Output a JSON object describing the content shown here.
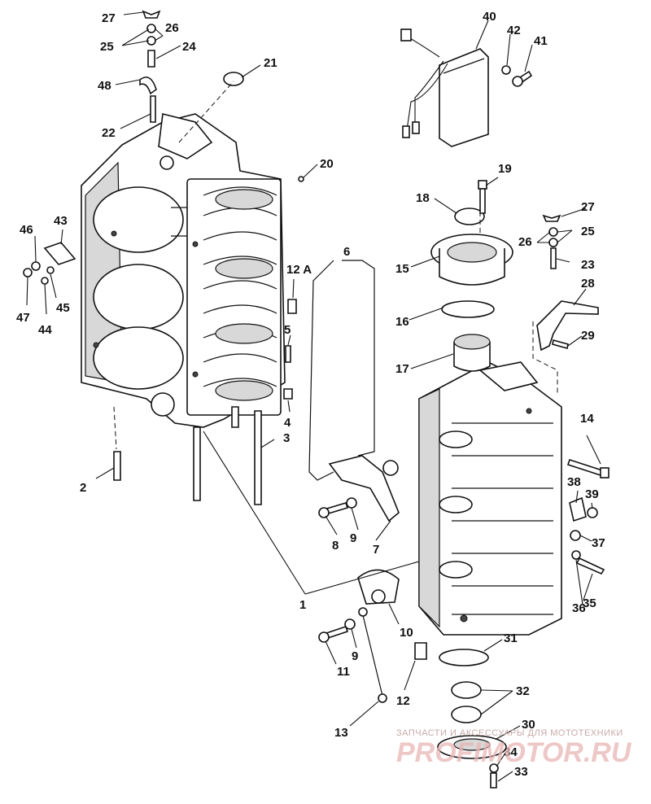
{
  "diagram": {
    "watermark": {
      "tagline": "ЗАПЧАСТИ И АКСЕССУАРЫ ДЛЯ МОТОТЕХНИКИ",
      "logo": "PROFIMOTOR.RU"
    },
    "labels": {
      "l1": "1",
      "l2": "2",
      "l3": "3",
      "l4": "4",
      "l5": "5",
      "l6": "6",
      "l7": "7",
      "l8": "8",
      "l9a": "9",
      "l9b": "9",
      "l10": "10",
      "l11": "11",
      "l12": "12",
      "l12a": "12 A",
      "l13": "13",
      "l14": "14",
      "l15": "15",
      "l16": "16",
      "l17": "17",
      "l18": "18",
      "l19": "19",
      "l20": "20",
      "l21": "21",
      "l22": "22",
      "l23": "23",
      "l24": "24",
      "l25a": "25",
      "l25b": "25",
      "l26a": "26",
      "l26b": "26",
      "l27a": "27",
      "l27b": "27",
      "l28": "28",
      "l29": "29",
      "l30": "30",
      "l31": "31",
      "l32": "32",
      "l33": "33",
      "l34": "34",
      "l35": "35",
      "l36": "36",
      "l37": "37",
      "l38": "38",
      "l39": "39",
      "l40": "40",
      "l41": "41",
      "l42": "42",
      "l43": "43",
      "l44": "44",
      "l45": "45",
      "l46": "46",
      "l47": "47",
      "l48": "48"
    }
  }
}
